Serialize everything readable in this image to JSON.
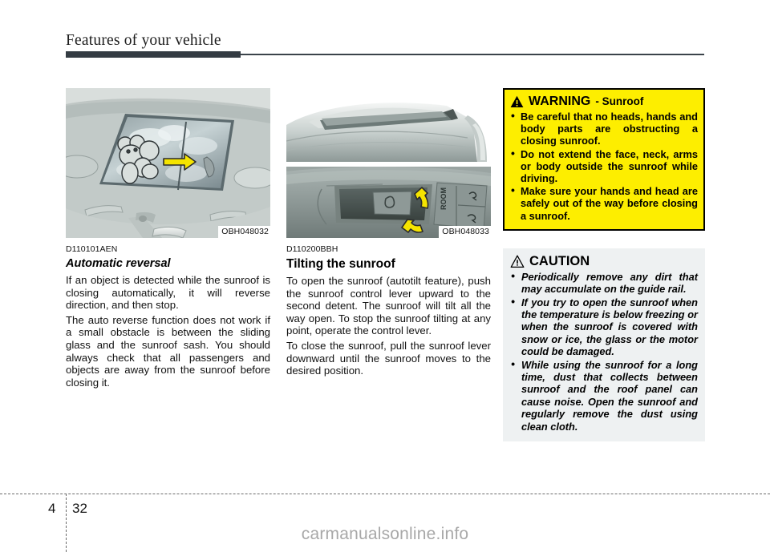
{
  "header": {
    "title": "Features of your vehicle"
  },
  "figures": [
    {
      "code": "OBH048032",
      "alt_name": "sunroof-interior-view"
    },
    {
      "code": "OBH048033",
      "alt_name": "sunroof-tilt-and-control-lever"
    }
  ],
  "column_1": {
    "doc_id": "D110101AEN",
    "heading": "Automatic reversal",
    "paragraphs": [
      "If an object is detected while the sunroof is closing automatically, it will reverse direction, and then stop.",
      "The auto reverse function does not work if a small obstacle is between the sliding glass and the sunroof sash. You should always check that all passengers and objects are away from the sunroof before closing it."
    ]
  },
  "column_2": {
    "doc_id": "D110200BBH",
    "heading": "Tilting the sunroof",
    "paragraphs": [
      "To open the sunroof (autotilt feature), push the sunroof control lever upward to the second detent. The sunroof will tilt all the way open. To stop the sunroof tilting at any point, operate the control lever.",
      "To close the sunroof, pull the sunroof lever downward until the sunroof moves to the desired position."
    ]
  },
  "warning_box": {
    "icon": "warning-triangle-icon",
    "title": "WARNING",
    "subtitle": "- Sunroof",
    "background_color": "#fdee00",
    "border_color": "#000000",
    "items": [
      "Be careful that no heads, hands and body parts are obstructing a closing sunroof.",
      "Do not extend the face, neck, arms or body outside the sunroof while driving.",
      "Make sure your hands and head are safely out of the way before closing a sunroof."
    ]
  },
  "caution_box": {
    "icon": "caution-triangle-icon",
    "title": "CAUTION",
    "background_color": "#eef1f2",
    "items": [
      "Periodically remove any dirt that may accumulate on the guide rail.",
      "If you try to open the sunroof when the temperature is below freezing or when the sunroof is covered with snow or ice, the glass or the motor could be damaged.",
      "While using the sunroof for a long time, dust that collects between sunroof and the roof panel can cause noise. Open the sunroof and regularly remove the dust using clean cloth."
    ]
  },
  "footer": {
    "chapter": "4",
    "page": "32",
    "watermark": "carmanualsonline.info"
  }
}
